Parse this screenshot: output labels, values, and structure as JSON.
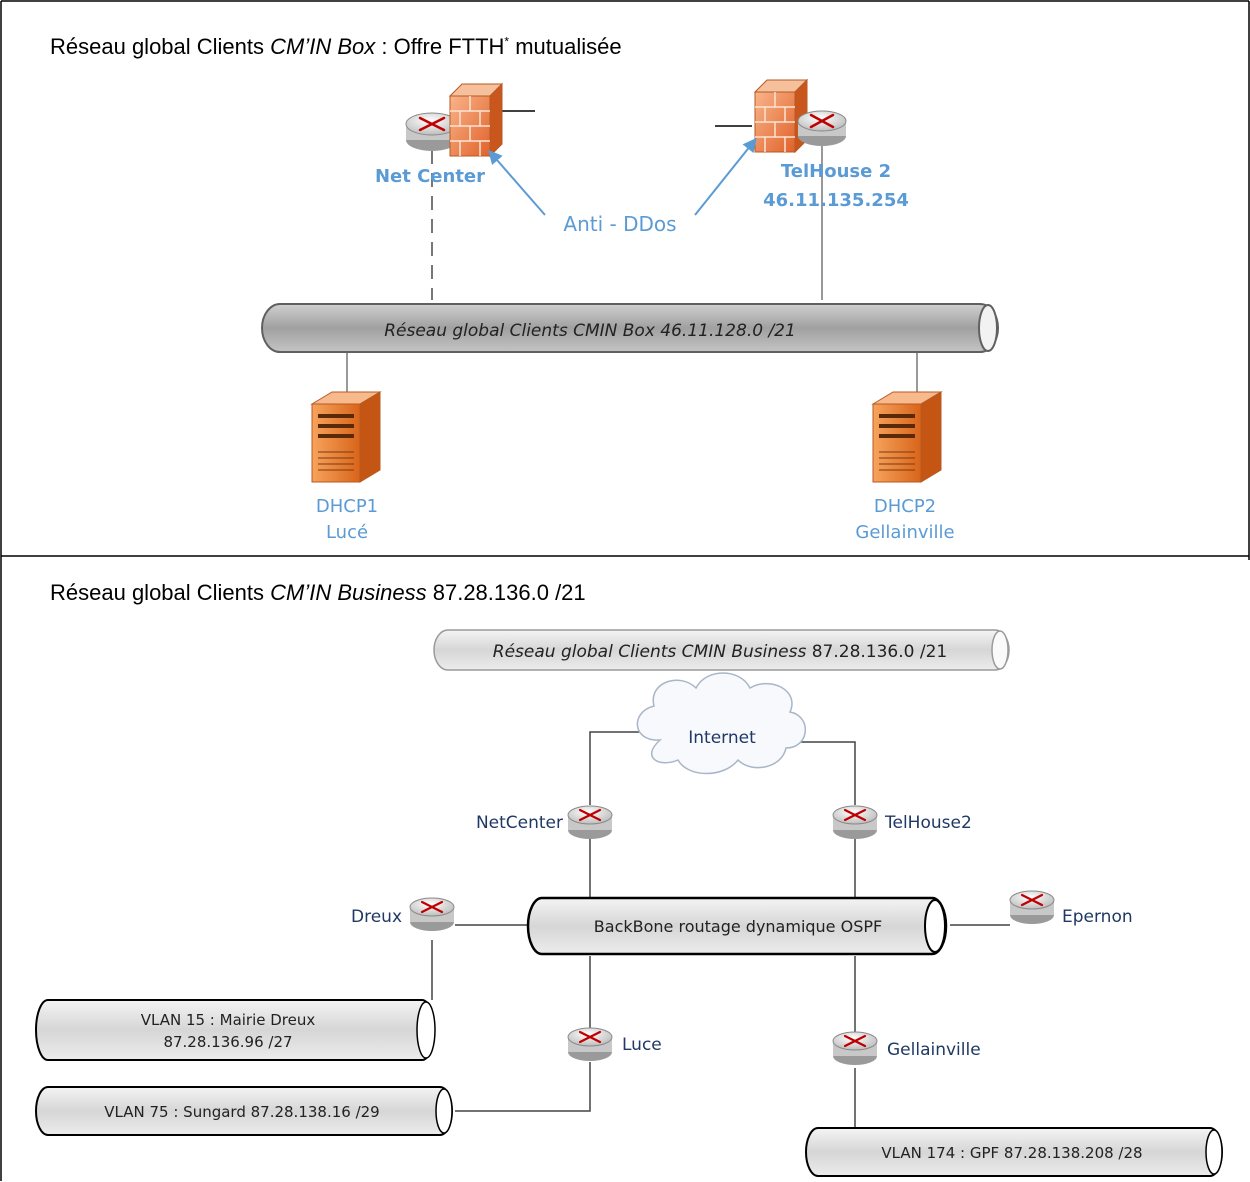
{
  "panel1": {
    "title": {
      "prefix": "Réseau global Clients ",
      "italic": "CM’IN Box",
      "suffix": " : Offre FTTH",
      "sup": "*",
      "end": " mutualisée"
    },
    "backbone_label": "Réseau global Clients CMIN Box 46.11.128.0 /21",
    "anti_ddos_label": "Anti - DDos",
    "site_left": {
      "name": "Net Center"
    },
    "site_right": {
      "name": "TelHouse 2",
      "ip": "46.11.135.254"
    },
    "dhcp_left": {
      "name": "DHCP1",
      "location": "Lucé"
    },
    "dhcp_right": {
      "name": "DHCP2",
      "location": "Gellainville"
    }
  },
  "panel2": {
    "title": {
      "prefix": "Réseau global Clients ",
      "italic": "CM’IN Business",
      "suffix": " 87.28.136.0 /21"
    },
    "top_network": {
      "italic": "Réseau global Clients CMIN Business",
      "plain": " 87.28.136.0 /21"
    },
    "cloud_label": "Internet",
    "routers": {
      "netcenter": "NetCenter",
      "telhouse": "TelHouse2",
      "dreux": "Dreux",
      "epernon": "Epernon",
      "luce": "Luce",
      "gellainville": "Gellainville"
    },
    "backbone_label": "BackBone routage dynamique OSPF",
    "vlans": {
      "vlan15": {
        "line1": "VLAN 15 : Mairie Dreux",
        "line2": "87.28.136.96 /27"
      },
      "vlan75": "VLAN 75 : Sungard 87.28.138.16 /29",
      "vlan174": "VLAN 174 : GPF 87.28.138.208 /28"
    }
  },
  "colors": {
    "label_blue": "#5b9bd5",
    "label_navy": "#1f3864",
    "firewall_orange": "#ed7d31",
    "server_orange": "#e87722",
    "pipe_gray": "#a6a6a6",
    "pipe_light": "#e4e4e4"
  }
}
